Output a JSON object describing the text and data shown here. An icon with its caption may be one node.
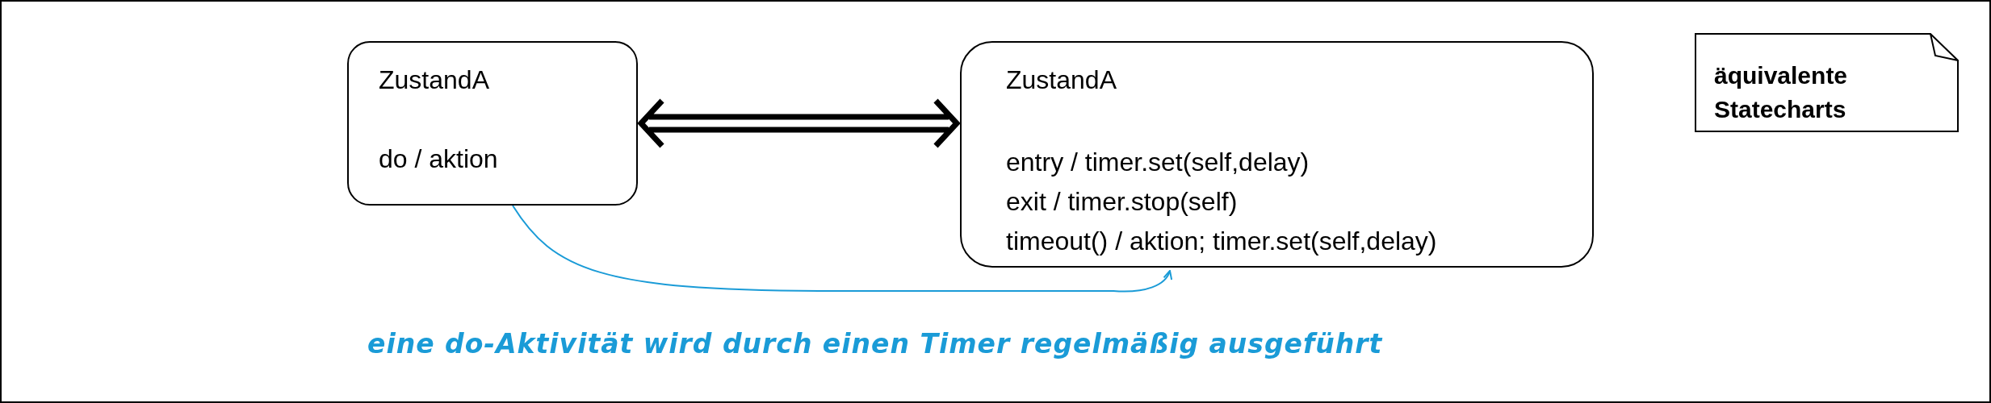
{
  "diagram": {
    "nodes": [
      {
        "text": [
          "ZustandA",
          "do / aktion"
        ]
      },
      {
        "text": [
          "ZustandA",
          "entry / timer.set(self,delay)",
          "exit / timer.stop(self)",
          "timeout() / aktion; timer.set(self,delay)"
        ]
      },
      {
        "text": [
          "äquivalente Statecharts"
        ]
      }
    ],
    "edges": [
      {
        "from": 0,
        "to": 1,
        "arrow": "both",
        "style": "thick"
      },
      {
        "from": 0,
        "to": 1,
        "arrow": "to",
        "color": "#1a9bd7"
      }
    ],
    "labels": [
      "eine do-Aktivität wird durch einen Timer regelmäßig ausgeführt"
    ]
  }
}
